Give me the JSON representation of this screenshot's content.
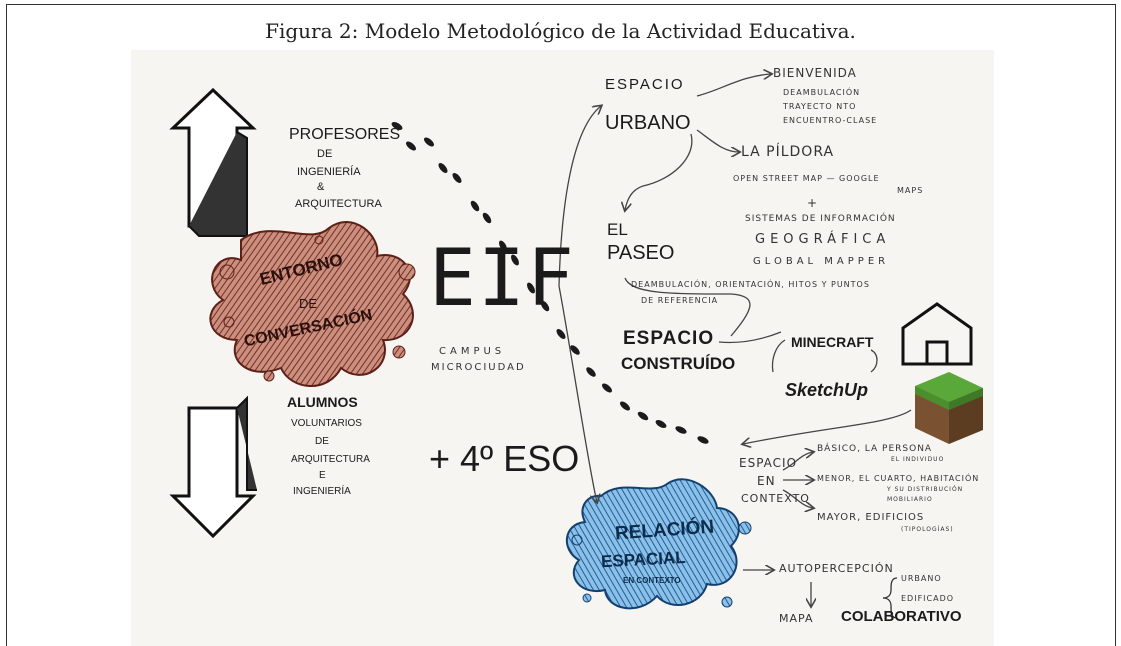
{
  "caption": "Figura 2: Modelo Metodológico de la Actividad Educativa.",
  "left": {
    "top_group": [
      "PROFESORES",
      "DE",
      "INGENIERÍA",
      "&",
      "ARQUITECTURA"
    ],
    "bottom_group": [
      "ALUMNOS",
      "VOLUNTARIOS",
      "DE",
      "ARQUITECTURA",
      "E",
      "INGENIERÍA"
    ],
    "splash_red": [
      "ENTORNO",
      "DE",
      "CONVERSACIÓN"
    ],
    "eso": "+ 4º ESO"
  },
  "center": {
    "eif": "EIF",
    "campus": [
      "CAMPUS",
      "MICROCIUDAD"
    ]
  },
  "right": {
    "espacio_urbano": [
      "ESPACIO",
      "URBANO"
    ],
    "urbano_items": [
      "BIENVENIDA",
      "DEAMBULACIÓN",
      "TRAYECTO NTO",
      "ENCUENTRO-CLASE",
      "LA PÍLDORA"
    ],
    "pildora_items": [
      "OPEN STREET MAP — GOOGLE",
      "MAPS",
      "+",
      "SISTEMAS DE INFORMACIÓN",
      "GEOGRÁFICA",
      "GLOBAL MAPPER"
    ],
    "paseo": [
      "EL",
      "PASEO"
    ],
    "paseo_items": [
      "DEAMBULACIÓN, ORIENTACIÓN, HITOS Y PUNTOS",
      "DE REFERENCIA"
    ],
    "construido": [
      "ESPACIO",
      "CONSTRUÍDO"
    ],
    "tools": [
      "MINECRAFT",
      "SketchUp"
    ],
    "contexto": [
      "ESPACIO",
      "EN",
      "CONTEXTO"
    ],
    "contexto_items": [
      "BÁSICO, LA PERSONA",
      "EL INDIVIDUO",
      "MENOR, EL CUARTO, HABITACIÓN",
      "Y SU DISTRIBUCIÓN",
      "MOBILIARIO",
      "MAYOR, EDIFICIOS",
      "(TIPOLOGÍAS)"
    ],
    "splash_blue": [
      "RELACIÓN",
      "ESPACIAL",
      "EN CONTEXTO"
    ],
    "autopercepcion": "AUTOPERCEPCIÓN",
    "auto_items": [
      "URBANO",
      "EDIFICADO"
    ],
    "mapa": "MAPA",
    "colaborativo": "COLABORATIVO"
  },
  "colors": {
    "red_splash": "#8a3b2c",
    "blue_splash": "#2a6aa8",
    "ink": "#1b1b1b",
    "paper": "#f6f5f1"
  }
}
